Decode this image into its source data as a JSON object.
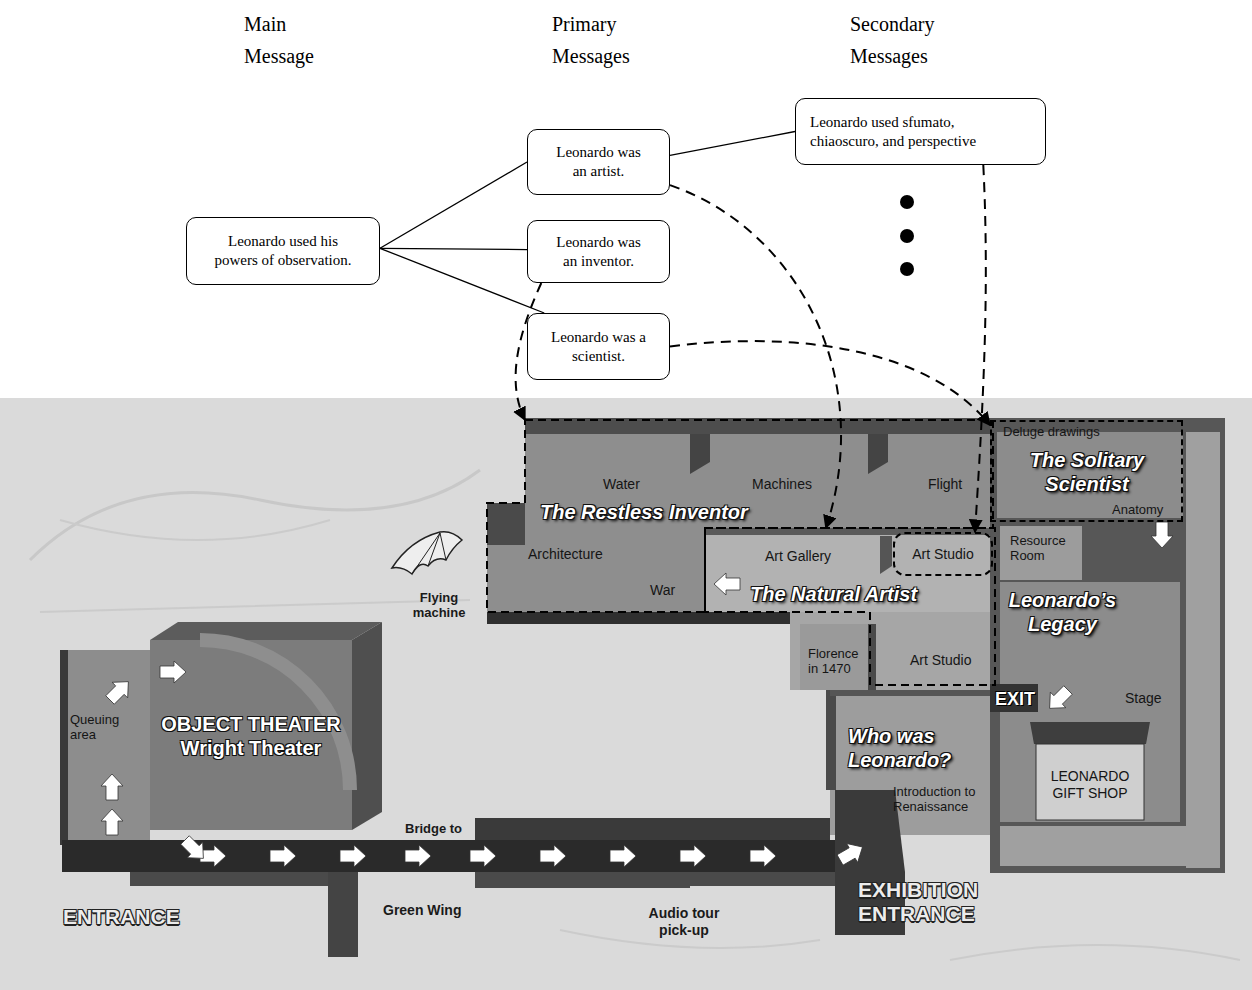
{
  "diagram": {
    "nodes": [
      {
        "text": [
          "Leonardo used his powers of observation."
        ]
      },
      {
        "text": [
          "Leonardo was an artist."
        ]
      },
      {
        "text": [
          "Leonardo was an inventor."
        ]
      },
      {
        "text": [
          "Leonardo was a scientist."
        ]
      },
      {
        "text": [
          "Leonardo used sfumato, chiaoscuro, and perspective"
        ]
      },
      {
        "text": [
          "The Restless Inventor"
        ]
      },
      {
        "text": [
          "The Natural Artist"
        ]
      },
      {
        "text": [
          "Art Studio"
        ],
        "in": 6
      },
      {
        "text": [
          "The Solitary Scientist"
        ]
      }
    ],
    "edges": [
      {
        "from": 0,
        "to": 1,
        "arrow": "none"
      },
      {
        "from": 0,
        "to": 2,
        "arrow": "none"
      },
      {
        "from": 0,
        "to": 3,
        "arrow": "none"
      },
      {
        "from": 1,
        "to": 4,
        "arrow": "none"
      },
      {
        "from": 1,
        "to": 6,
        "arrow": "to"
      },
      {
        "from": 2,
        "to": 5,
        "arrow": "to"
      },
      {
        "from": 3,
        "to": 8,
        "arrow": "to"
      },
      {
        "from": 4,
        "to": 7,
        "arrow": "to"
      }
    ],
    "labels": [
      "Main Message",
      "Primary Messages",
      "Secondary Messages",
      "Water",
      "Machines",
      "Flight",
      "Architecture",
      "War",
      "Art Gallery",
      "Deluge drawings",
      "Anatomy",
      "Resource Room",
      "Leonardo’s Legacy",
      "Stage",
      "EXIT",
      "LEONARDO GIFT SHOP",
      "Florence in 1470",
      "Art Studio",
      "Who was Leonardo?",
      "Introduction to Renaissance",
      "Flying machine",
      "OBJECT THEATER Wright Theater",
      "Queuing area",
      "ENTRANCE",
      "Bridge to",
      "Green Wing",
      "Audio tour pick-up",
      "EXHIBITION ENTRANCE"
    ]
  }
}
